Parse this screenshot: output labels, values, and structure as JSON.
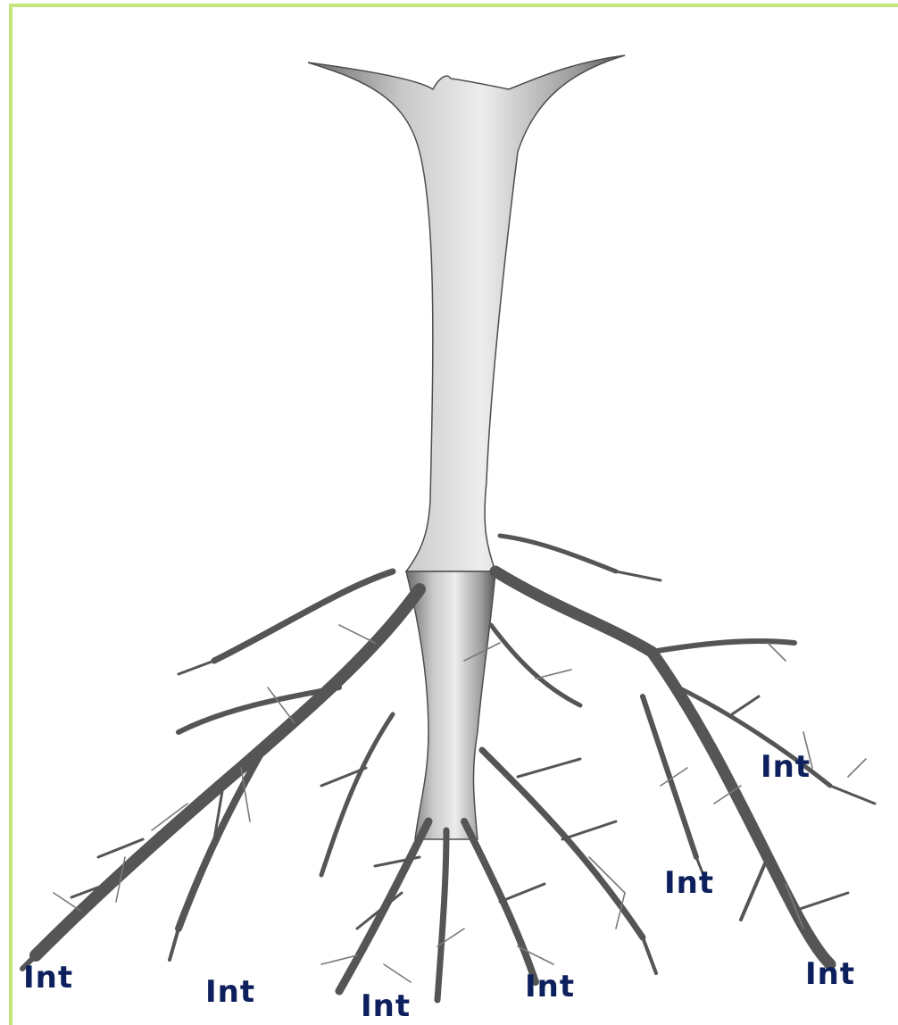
{
  "labels": [
    {
      "text": "Int"
    },
    {
      "text": "Int"
    },
    {
      "text": "Int"
    },
    {
      "text": "Int"
    },
    {
      "text": "Int"
    },
    {
      "text": "Int"
    },
    {
      "text": "Int"
    }
  ],
  "colors": {
    "frame": "#c3e67a",
    "label": "#0d1f5c",
    "trunk_dark": "#5a5a5a",
    "trunk_light": "#d9d9d9"
  }
}
